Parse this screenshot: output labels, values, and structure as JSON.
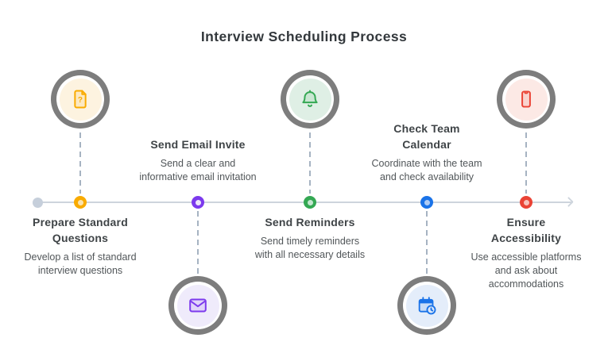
{
  "title": "Interview Scheduling Process",
  "timeline": {
    "line_color": "#CDD4DC",
    "connector_color": "#A6B3C2",
    "ring_color": "#7D7D7D",
    "start_dot_color": "#C6CFDB",
    "direction": "left-to-right-arrow"
  },
  "steps": [
    {
      "id": "prepare-standard-questions",
      "title": "Prepare Standard\nQuestions",
      "description": "Develop a list of standard\ninterview questions",
      "icon": "document-question-icon",
      "side": "top",
      "accent": "#F9AB00",
      "fill": "#FDF3E0",
      "dot_center": "#FBE3AE"
    },
    {
      "id": "send-email-invite",
      "title": "Send Email Invite",
      "description": "Send a clear and\ninformative email invitation",
      "icon": "envelope-icon",
      "side": "bottom",
      "accent": "#7C3AED",
      "fill": "#EFEBFB",
      "dot_center": "#EDE6FB"
    },
    {
      "id": "send-reminders",
      "title": "Send Reminders",
      "description": "Send timely reminders\nwith all necessary details",
      "icon": "bell-icon",
      "side": "top",
      "accent": "#34A853",
      "fill": "#DFEFE5",
      "dot_center": "#C4E6D0"
    },
    {
      "id": "check-team-calendar",
      "title": "Check Team\nCalendar",
      "description": "Coordinate with the team\nand check availability",
      "icon": "calendar-clock-icon",
      "side": "bottom",
      "accent": "#1A73E8",
      "fill": "#E4EDFA",
      "dot_center": "#AECBF5"
    },
    {
      "id": "ensure-accessibility",
      "title": "Ensure\nAccessibility",
      "description": "Use accessible platforms\nand ask about\naccommodations",
      "icon": "smartphone-icon",
      "side": "top",
      "accent": "#EA4335",
      "fill": "#FCE9E5",
      "dot_center": "#F7C2BB"
    }
  ]
}
